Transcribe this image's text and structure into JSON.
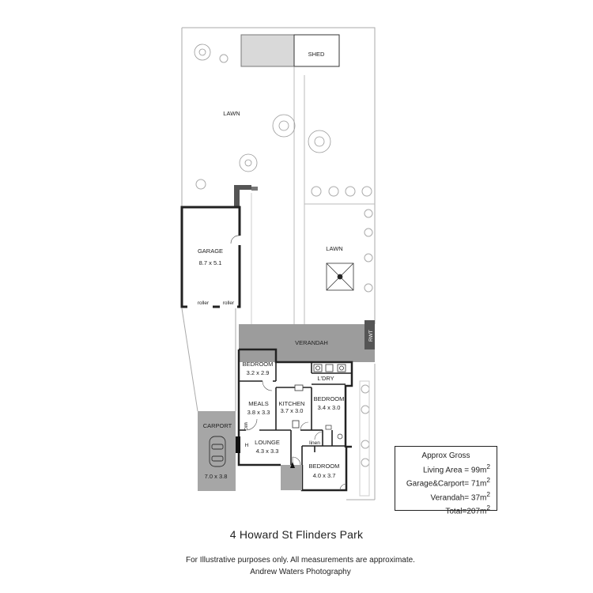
{
  "plan": {
    "labels": {
      "shed": "SHED",
      "lawn_top": "LAWN",
      "lawn_right": "LAWN",
      "garage": "GARAGE",
      "garage_size": "8.7 x 5.1",
      "roller_left": "roller",
      "roller_right": "roller",
      "verandah": "VERANDAH",
      "rwt": "RWT",
      "bedroom_1": "BEDROOM",
      "bedroom_1_size": "3.2 x 2.9",
      "laundry": "L'DRY",
      "meals": "MEALS",
      "meals_size": "3.8 x 3.3",
      "kitchen": "KITCHEN",
      "kitchen_size": "3.7 x 3.0",
      "bedroom_2": "BEDROOM",
      "bedroom_2_size": "3.4 x 3.0",
      "carport": "CARPORT",
      "carport_size": "7.0 x 3.8",
      "lounge": "LOUNGE",
      "lounge_size": "4.3 x 3.3",
      "hearth_mark": "H",
      "linen": "linen",
      "bedroom_3": "BEDROOM",
      "bedroom_3_size": "4.0 x 3.7",
      "wic_mark": "WIC"
    }
  },
  "area_summary": {
    "heading": "Approx Gross",
    "living_label": "Living Area =",
    "living_value": "99m",
    "garage_label": "Garage&Carport=",
    "garage_value": "71m",
    "verandah_label": "Verandah=",
    "verandah_value": "37m",
    "total_label": "Total=",
    "total_value": "207m",
    "unit_sup": "2"
  },
  "address": "4 Howard St Flinders Park",
  "disclaimer": "For Illustrative purposes only.  All measurements are approximate.",
  "credit": "Andrew Waters Photography",
  "colors": {
    "verandah_fill": "#9c9c9c",
    "carport_fill": "#a6a6a6",
    "shed_fill": "#d9d9d9",
    "wall": "#222222"
  }
}
